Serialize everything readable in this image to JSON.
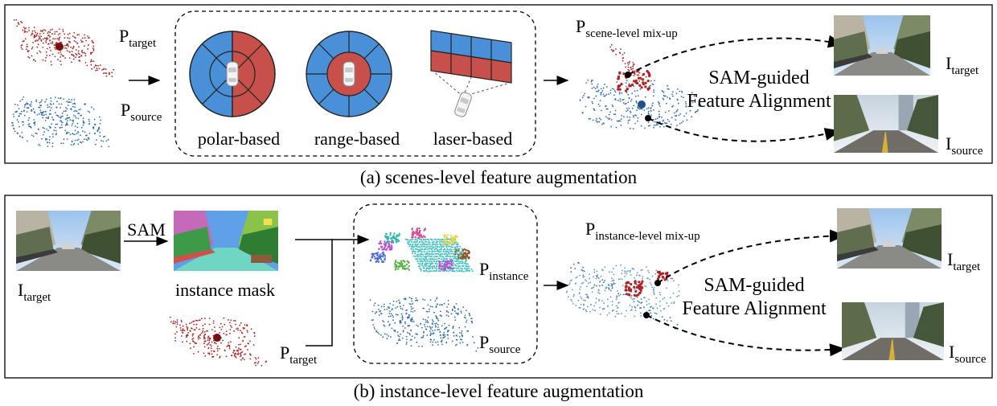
{
  "panel_a": {
    "p_target": {
      "main": "P",
      "sub": "target"
    },
    "p_source": {
      "main": "P",
      "sub": "source"
    },
    "methods": [
      "polar-based",
      "range-based",
      "laser-based"
    ],
    "mixup": {
      "main": "P",
      "sub": "scene-level mix-up"
    },
    "alignment": [
      "SAM-guided",
      "Feature Alignment"
    ],
    "i_target": {
      "main": "I",
      "sub": "target"
    },
    "i_source": {
      "main": "I",
      "sub": "source"
    },
    "caption": "(a) scenes-level feature augmentation"
  },
  "panel_b": {
    "i_target_left": {
      "main": "I",
      "sub": "target"
    },
    "sam_label": "SAM",
    "mask_label": "instance mask",
    "p_target": {
      "main": "P",
      "sub": "target"
    },
    "p_instance": {
      "main": "P",
      "sub": "instance"
    },
    "p_source": {
      "main": "P",
      "sub": "source"
    },
    "mixup": {
      "main": "P",
      "sub": "instance-level mix-up"
    },
    "alignment": [
      "SAM-guided",
      "Feature Alignment"
    ],
    "i_target": {
      "main": "I",
      "sub": "target"
    },
    "i_source": {
      "main": "I",
      "sub": "source"
    },
    "caption": "(b) instance-level feature augmentation"
  },
  "colors": {
    "target_red": "#b22222",
    "source_blue": "#2f6db3",
    "partition_blue": "#4a90d9",
    "partition_red": "#c8504a"
  }
}
